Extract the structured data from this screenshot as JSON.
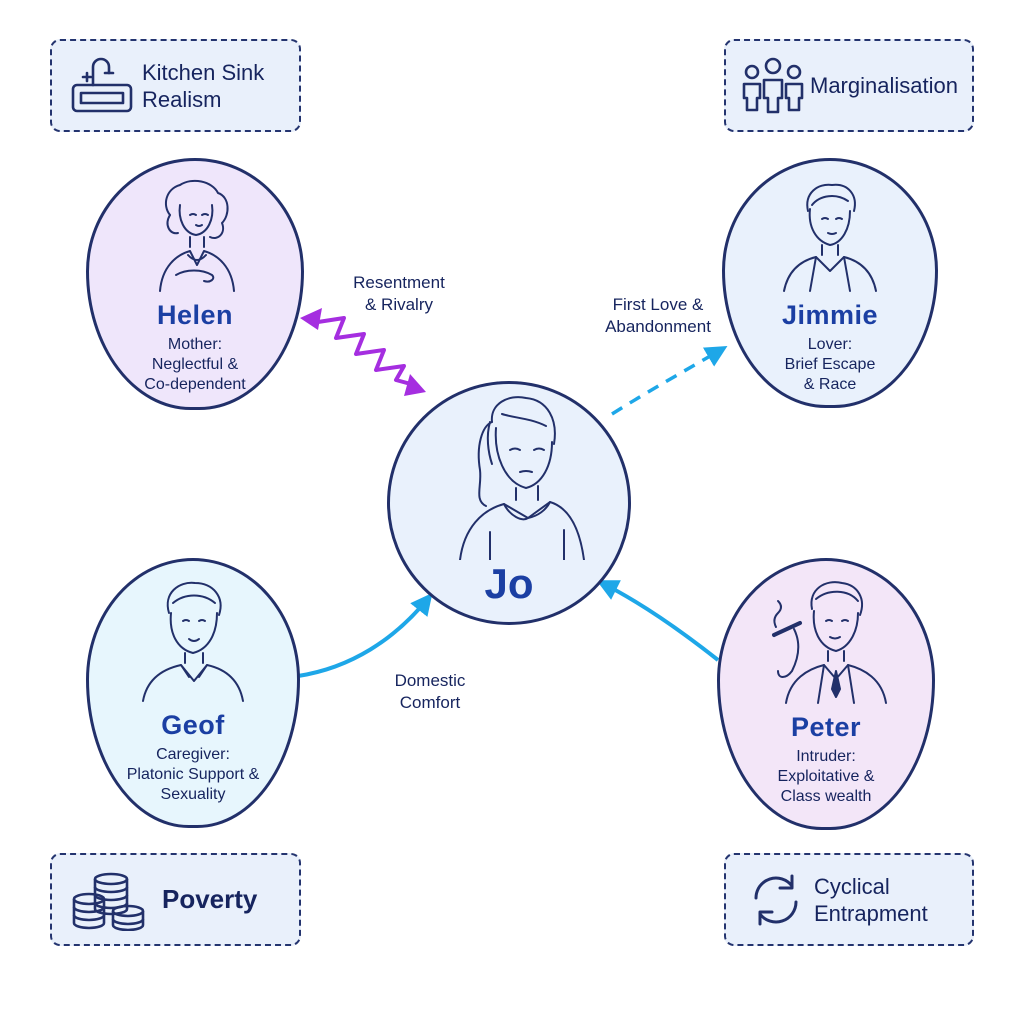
{
  "themes": {
    "kitchen_sink": {
      "label": "Kitchen Sink\nRealism",
      "icon": "kitchen-sink-icon"
    },
    "marginalisation": {
      "label": "Marginalisation",
      "icon": "people-group-icon"
    },
    "poverty": {
      "label": "Poverty",
      "icon": "coin-stacks-icon"
    },
    "cyclical": {
      "label": "Cyclical\nEntrapment",
      "icon": "cycle-arrows-icon"
    }
  },
  "center": {
    "name": "Jo"
  },
  "characters": {
    "helen": {
      "name": "Helen",
      "role": "Mother:\nNeglectful &\nCo-dependent",
      "color": "#efe6fb"
    },
    "jimmie": {
      "name": "Jimmie",
      "role": "Lover:\nBrief Escape\n& Race",
      "color": "#e9f1fc"
    },
    "geof": {
      "name": "Geof",
      "role": "Caregiver:\nPlatonic Support &\nSexuality",
      "color": "#e7f6fd"
    },
    "peter": {
      "name": "Peter",
      "role": "Intruder:\nExploitative &\nClass wealth",
      "color": "#f3e6f8"
    }
  },
  "relationships": {
    "helen_jo": "Resentment\n& Rivalry",
    "jo_jimmie": "First Love &\nAbandonment",
    "geof_jo": "Domestic\nComfort"
  },
  "colors": {
    "outline": "#22306a",
    "name_blue": "#1b3fa3",
    "conflict_arrow": "#a52ee0",
    "support_arrow": "#1ea7e8",
    "theme_fill": "#e9f0fb"
  }
}
